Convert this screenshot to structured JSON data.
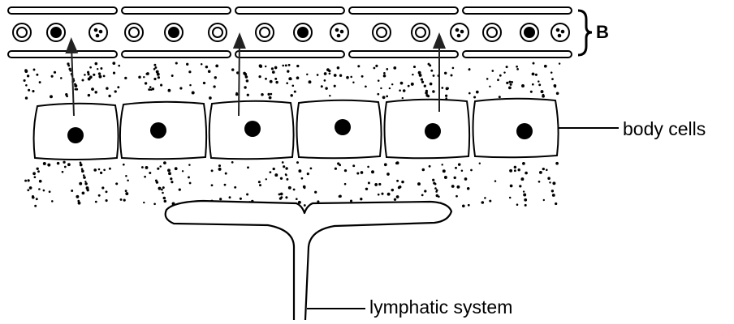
{
  "labels": {
    "vessel_label": "B",
    "body_cells": "body cells",
    "lymphatic_system": "lymphatic system"
  },
  "colors": {
    "ink": "#000000",
    "fill": "#ffffff",
    "arrow": "#222222"
  },
  "vessel": {
    "cell_types": [
      "ring",
      "solid-nucleus",
      "three-dot-nucleus"
    ],
    "sequence": [
      "ring",
      "solid-nucleus",
      "three-dot-nucleus",
      "ring",
      "solid-nucleus",
      "ring",
      "ring",
      "solid-nucleus",
      "three-dot-nucleus",
      "ring",
      "ring",
      "three-dot-nucleus",
      "ring",
      "solid-nucleus",
      "three-dot-nucleus"
    ]
  },
  "body_cell_count": 6,
  "arrow_count": 3
}
